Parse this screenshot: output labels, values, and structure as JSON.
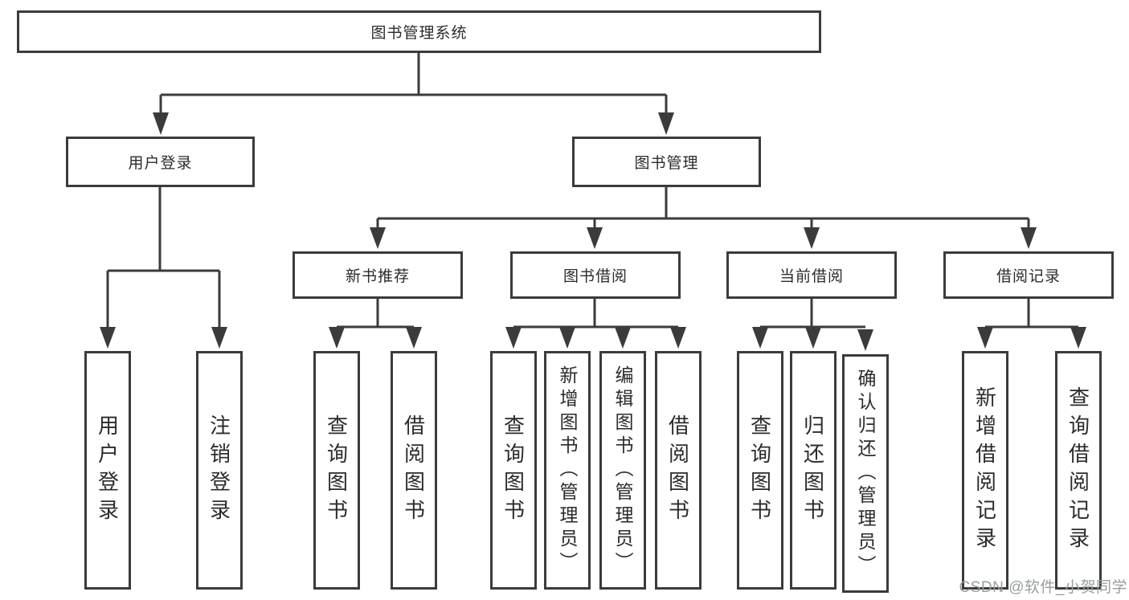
{
  "tree": {
    "root": {
      "label": "图书管理系统"
    },
    "branches": [
      {
        "label": "用户登录",
        "children": [
          {
            "label": "用户登录"
          },
          {
            "label": "注销登录"
          }
        ]
      },
      {
        "label": "图书管理",
        "children": [
          {
            "label": "新书推荐",
            "children": [
              {
                "label": "查询图书"
              },
              {
                "label": "借阅图书"
              }
            ]
          },
          {
            "label": "图书借阅",
            "children": [
              {
                "label": "查询图书"
              },
              {
                "label": "新增图书（管理员）"
              },
              {
                "label": "编辑图书（管理员）"
              },
              {
                "label": "借阅图书"
              }
            ]
          },
          {
            "label": "当前借阅",
            "children": [
              {
                "label": "查询图书"
              },
              {
                "label": "归还图书"
              },
              {
                "label": "确认归还（管理员）"
              }
            ]
          },
          {
            "label": "借阅记录",
            "children": [
              {
                "label": "新增借阅记录"
              },
              {
                "label": "查询借阅记录"
              }
            ]
          }
        ]
      }
    ]
  },
  "watermark": {
    "text": "CSDN @软件_小贺同学"
  },
  "colors": {
    "line": "#3b3b3b",
    "box_border": "#3b3b3b",
    "text": "#2b2b2b",
    "background": "#ffffff",
    "watermark": "#999da1"
  }
}
